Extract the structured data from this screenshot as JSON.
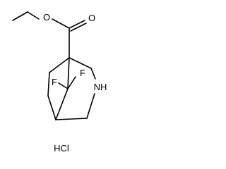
{
  "molecule": {
    "atoms": {
      "carbonyl_oxygen": "O",
      "ester_oxygen": "O",
      "fluorine_left": "F",
      "fluorine_right": "F",
      "amine": "NH"
    },
    "salt": "HCl"
  }
}
